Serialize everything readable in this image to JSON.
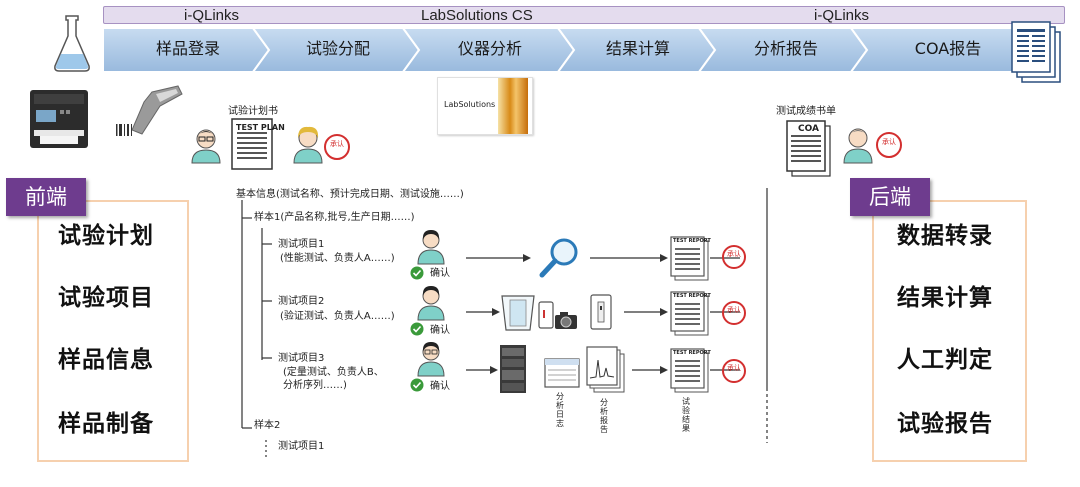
{
  "banner": {
    "left": "i-QLinks",
    "center": "LabSolutions CS",
    "right": "i-QLinks"
  },
  "flow": {
    "steps": [
      "样品登录",
      "试验分配",
      "仪器分析",
      "结果计算",
      "分析报告",
      "COA报告"
    ]
  },
  "front": {
    "tag": "前端",
    "items": [
      "试验计划",
      "试验项目",
      "样品信息",
      "样品制备"
    ]
  },
  "back": {
    "tag": "后端",
    "items": [
      "数据转录",
      "结果计算",
      "人工判定",
      "试验报告"
    ]
  },
  "plan": {
    "title": "试验计划书",
    "doc_label": "TEST PLAN"
  },
  "software": {
    "name": "LabSolutions"
  },
  "coa": {
    "title": "测试成绩书单",
    "doc_label": "COA"
  },
  "stamp": {
    "text": "承认"
  },
  "tree": {
    "basic": "基本信息(测试名称、预计完成日期、测试设施……)",
    "sample1": "样本1(产品名称,批号,生产日期……)",
    "items": [
      {
        "title": "测试项目1",
        "detail": "(性能测试、负责人A……)"
      },
      {
        "title": "测试项目2",
        "detail": "(验证测试、负责人A……)"
      },
      {
        "title": "测试项目3",
        "detail_line1": "(定量测试、负责人B、",
        "detail_line2": "分析序列……)"
      }
    ],
    "confirm": "确认",
    "sample2": "样本2",
    "sample2_item": "测试项目1"
  },
  "artifacts": {
    "log": "分析日志",
    "report": "分析报告",
    "result": "试验结果",
    "test_report": "TEST REPORT"
  },
  "colors": {
    "banner_bg": "#e4dcee",
    "flow_blue": "#a9c6e6",
    "tag_purple": "#6e3c8e",
    "panel_border": "#f6d0ae",
    "stamp_red": "#d32f2f",
    "check_green": "#3a9a3a"
  }
}
